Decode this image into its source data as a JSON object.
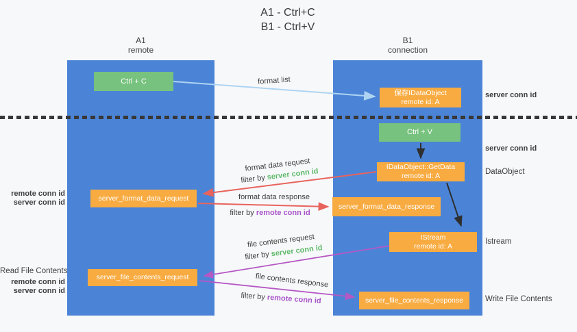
{
  "title": {
    "line1": "A1 - Ctrl+C",
    "line2": "B1 - Ctrl+V"
  },
  "lanes": {
    "a1": {
      "name": "A1",
      "subtitle": "remote"
    },
    "b1": {
      "name": "B1",
      "subtitle": "connection"
    }
  },
  "nodes": {
    "ctrl_c": {
      "label": "Ctrl + C"
    },
    "save_dataobject": {
      "line1": "保存IDataObject",
      "line2": "remote id: A"
    },
    "ctrl_v": {
      "label": "Ctrl + V"
    },
    "getdata": {
      "line1": "IDataObject::GetData",
      "line2": "remote id: A"
    },
    "format_request": {
      "label": "server_format_data_request"
    },
    "format_response": {
      "label": "server_format_data_response"
    },
    "istream": {
      "line1": "IStream",
      "line2": "remote id: A"
    },
    "file_request": {
      "label": "server_file_contents_request"
    },
    "file_response": {
      "label": "server_file_contents_response"
    }
  },
  "edge_labels": {
    "format_list": "format list",
    "format_data_request": "format data request",
    "format_data_response": "format data response",
    "file_contents_request": "file contents request",
    "file_contents_response": "file contents response",
    "filter_by": "filter by ",
    "server_conn_id": "server conn id",
    "remote_conn_id": "remote conn id"
  },
  "side_labels": {
    "right_server_conn_id_top": "server conn id",
    "right_server_conn_id_mid": "server conn id",
    "data_object": "DataObject",
    "istream": "Istream",
    "write_file_contents": "Write File Contents",
    "left_remote_conn_id_top": "remote conn id",
    "left_server_conn_id_top": "server conn id",
    "read_file_contents": "Read File Contents",
    "left_remote_conn_id_bottom": "remote conn id",
    "left_server_conn_id_bottom": "server conn id"
  },
  "colors": {
    "lane_blue": "#4b84d7",
    "box_green": "#77c27e",
    "box_orange": "#f8ab41",
    "arrow_red": "#e8635c",
    "arrow_purple": "#b558c4",
    "arrow_light_blue": "#aed4f2",
    "arrow_black": "#2f2f2f",
    "label_green": "#5fba6a",
    "label_purple": "#a855c8",
    "text_dark": "#3f3f3f"
  }
}
